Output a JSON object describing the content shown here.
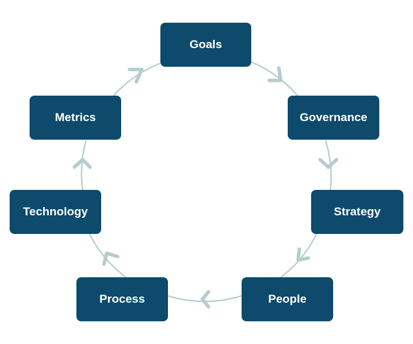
{
  "diagram": {
    "cycle": [
      "Goals",
      "Governance",
      "Strategy",
      "People",
      "Process",
      "Technology",
      "Metrics"
    ],
    "nodes": {
      "goals": "Goals",
      "governance": "Governance",
      "strategy": "Strategy",
      "people": "People",
      "process": "Process",
      "technology": "Technology",
      "metrics": "Metrics"
    },
    "flow_direction": "clockwise",
    "colors": {
      "node_fill": "#0d4a6b",
      "node_text": "#ffffff",
      "connector": "#b7cccc"
    }
  }
}
